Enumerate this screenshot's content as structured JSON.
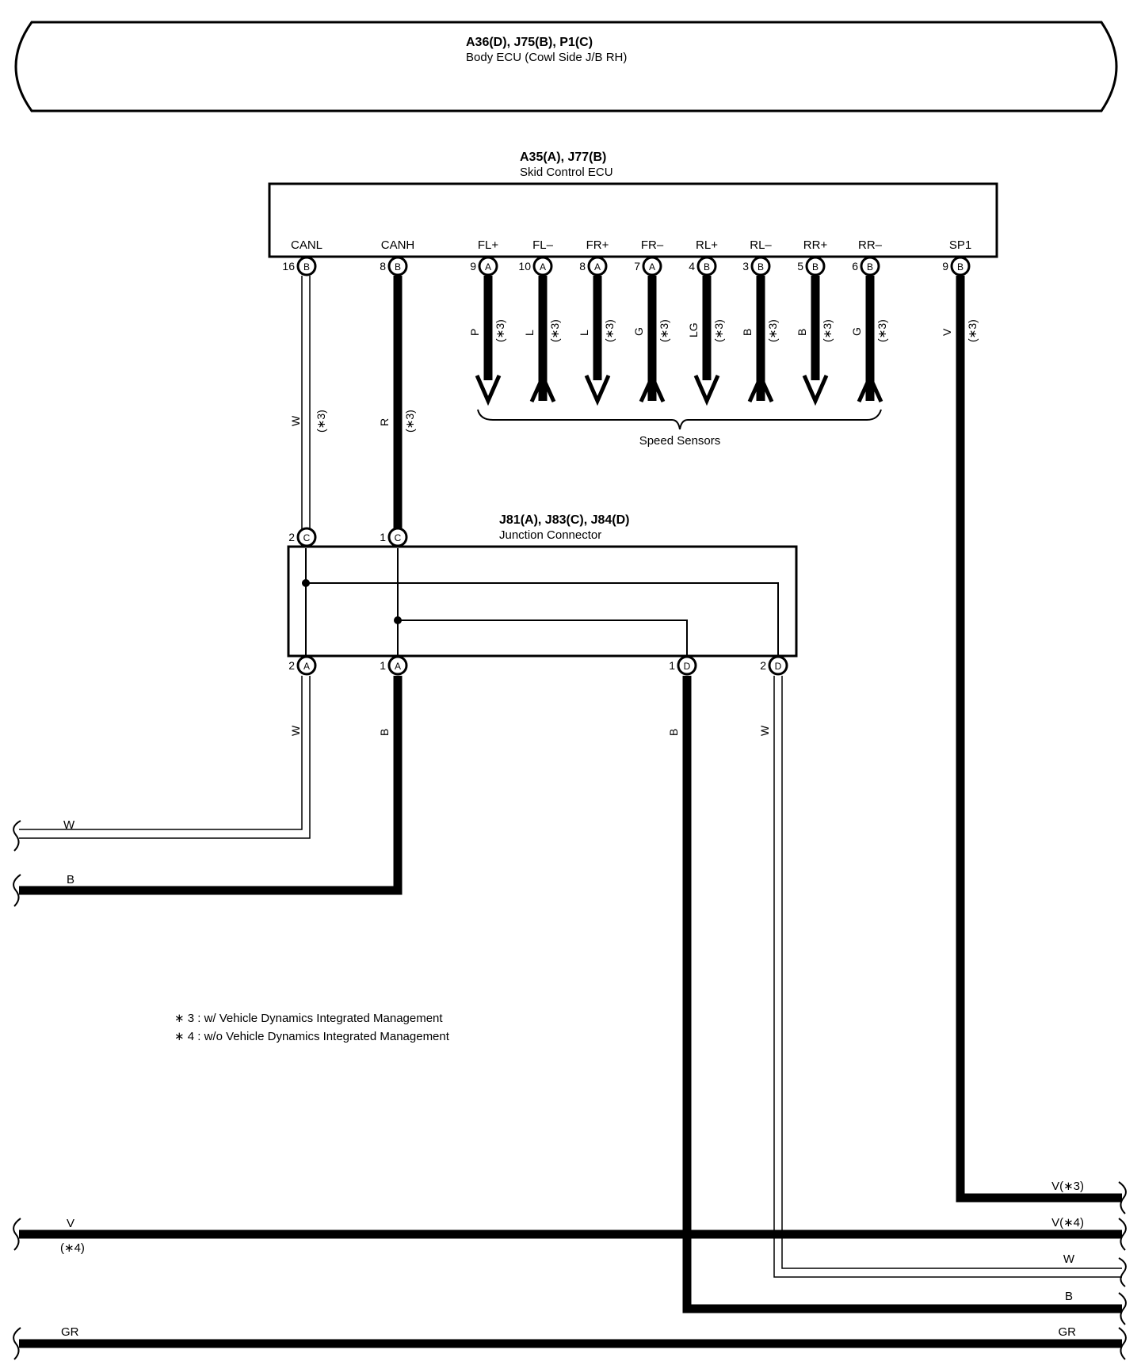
{
  "body_ecu": {
    "code": "A36(D), J75(B), P1(C)",
    "name": "Body ECU (Cowl Side J/B RH)"
  },
  "skid_ecu": {
    "code": "A35(A), J77(B)",
    "name": "Skid Control ECU",
    "pins": {
      "canl": {
        "label": "CANL",
        "num": "16",
        "conn": "B"
      },
      "canh": {
        "label": "CANH",
        "num": "8",
        "conn": "B"
      },
      "flp": {
        "label": "FL+",
        "num": "9",
        "conn": "A",
        "color": "P",
        "note": "(∗3)"
      },
      "flm": {
        "label": "FL–",
        "num": "10",
        "conn": "A",
        "color": "L",
        "note": "(∗3)"
      },
      "frp": {
        "label": "FR+",
        "num": "8",
        "conn": "A",
        "color": "L",
        "note": "(∗3)"
      },
      "frm": {
        "label": "FR–",
        "num": "7",
        "conn": "A",
        "color": "G",
        "note": "(∗3)"
      },
      "rlp": {
        "label": "RL+",
        "num": "4",
        "conn": "B",
        "color": "LG",
        "note": "(∗3)"
      },
      "rlm": {
        "label": "RL–",
        "num": "3",
        "conn": "B",
        "color": "B",
        "note": "(∗3)"
      },
      "rrp": {
        "label": "RR+",
        "num": "5",
        "conn": "B",
        "color": "B",
        "note": "(∗3)"
      },
      "rrm": {
        "label": "RR–",
        "num": "6",
        "conn": "B",
        "color": "G",
        "note": "(∗3)"
      },
      "sp1": {
        "label": "SP1",
        "num": "9",
        "conn": "B",
        "color": "V",
        "note": "(∗3)"
      }
    }
  },
  "speed_sensors": "Speed Sensors",
  "wires_top": {
    "canl": {
      "color": "W",
      "note": "(∗3)"
    },
    "canh": {
      "color": "R",
      "note": "(∗3)"
    }
  },
  "junction": {
    "code": "J81(A), J83(C), J84(D)",
    "name": "Junction Connector",
    "pins": {
      "c2": {
        "num": "2",
        "conn": "C"
      },
      "c1": {
        "num": "1",
        "conn": "C"
      },
      "a2": {
        "num": "2",
        "conn": "A"
      },
      "a1": {
        "num": "1",
        "conn": "A"
      },
      "d1": {
        "num": "1",
        "conn": "D"
      },
      "d2": {
        "num": "2",
        "conn": "D"
      }
    }
  },
  "wires_bottom": {
    "a2": "W",
    "a1": "B",
    "d1": "B",
    "d2": "W"
  },
  "left_ends": {
    "w": "W",
    "b": "B",
    "v": "V",
    "v_note": "(∗4)",
    "gr": "GR"
  },
  "right_ends": {
    "v3": "V(∗3)",
    "v4": "V(∗4)",
    "w": "W",
    "b": "B",
    "gr": "GR"
  },
  "notes": {
    "n3": "∗ 3 : w/ Vehicle Dynamics Integrated Management",
    "n4": "∗ 4 : w/o Vehicle Dynamics Integrated Management"
  },
  "colors": {
    "wire": "#000000",
    "background": "#ffffff"
  }
}
